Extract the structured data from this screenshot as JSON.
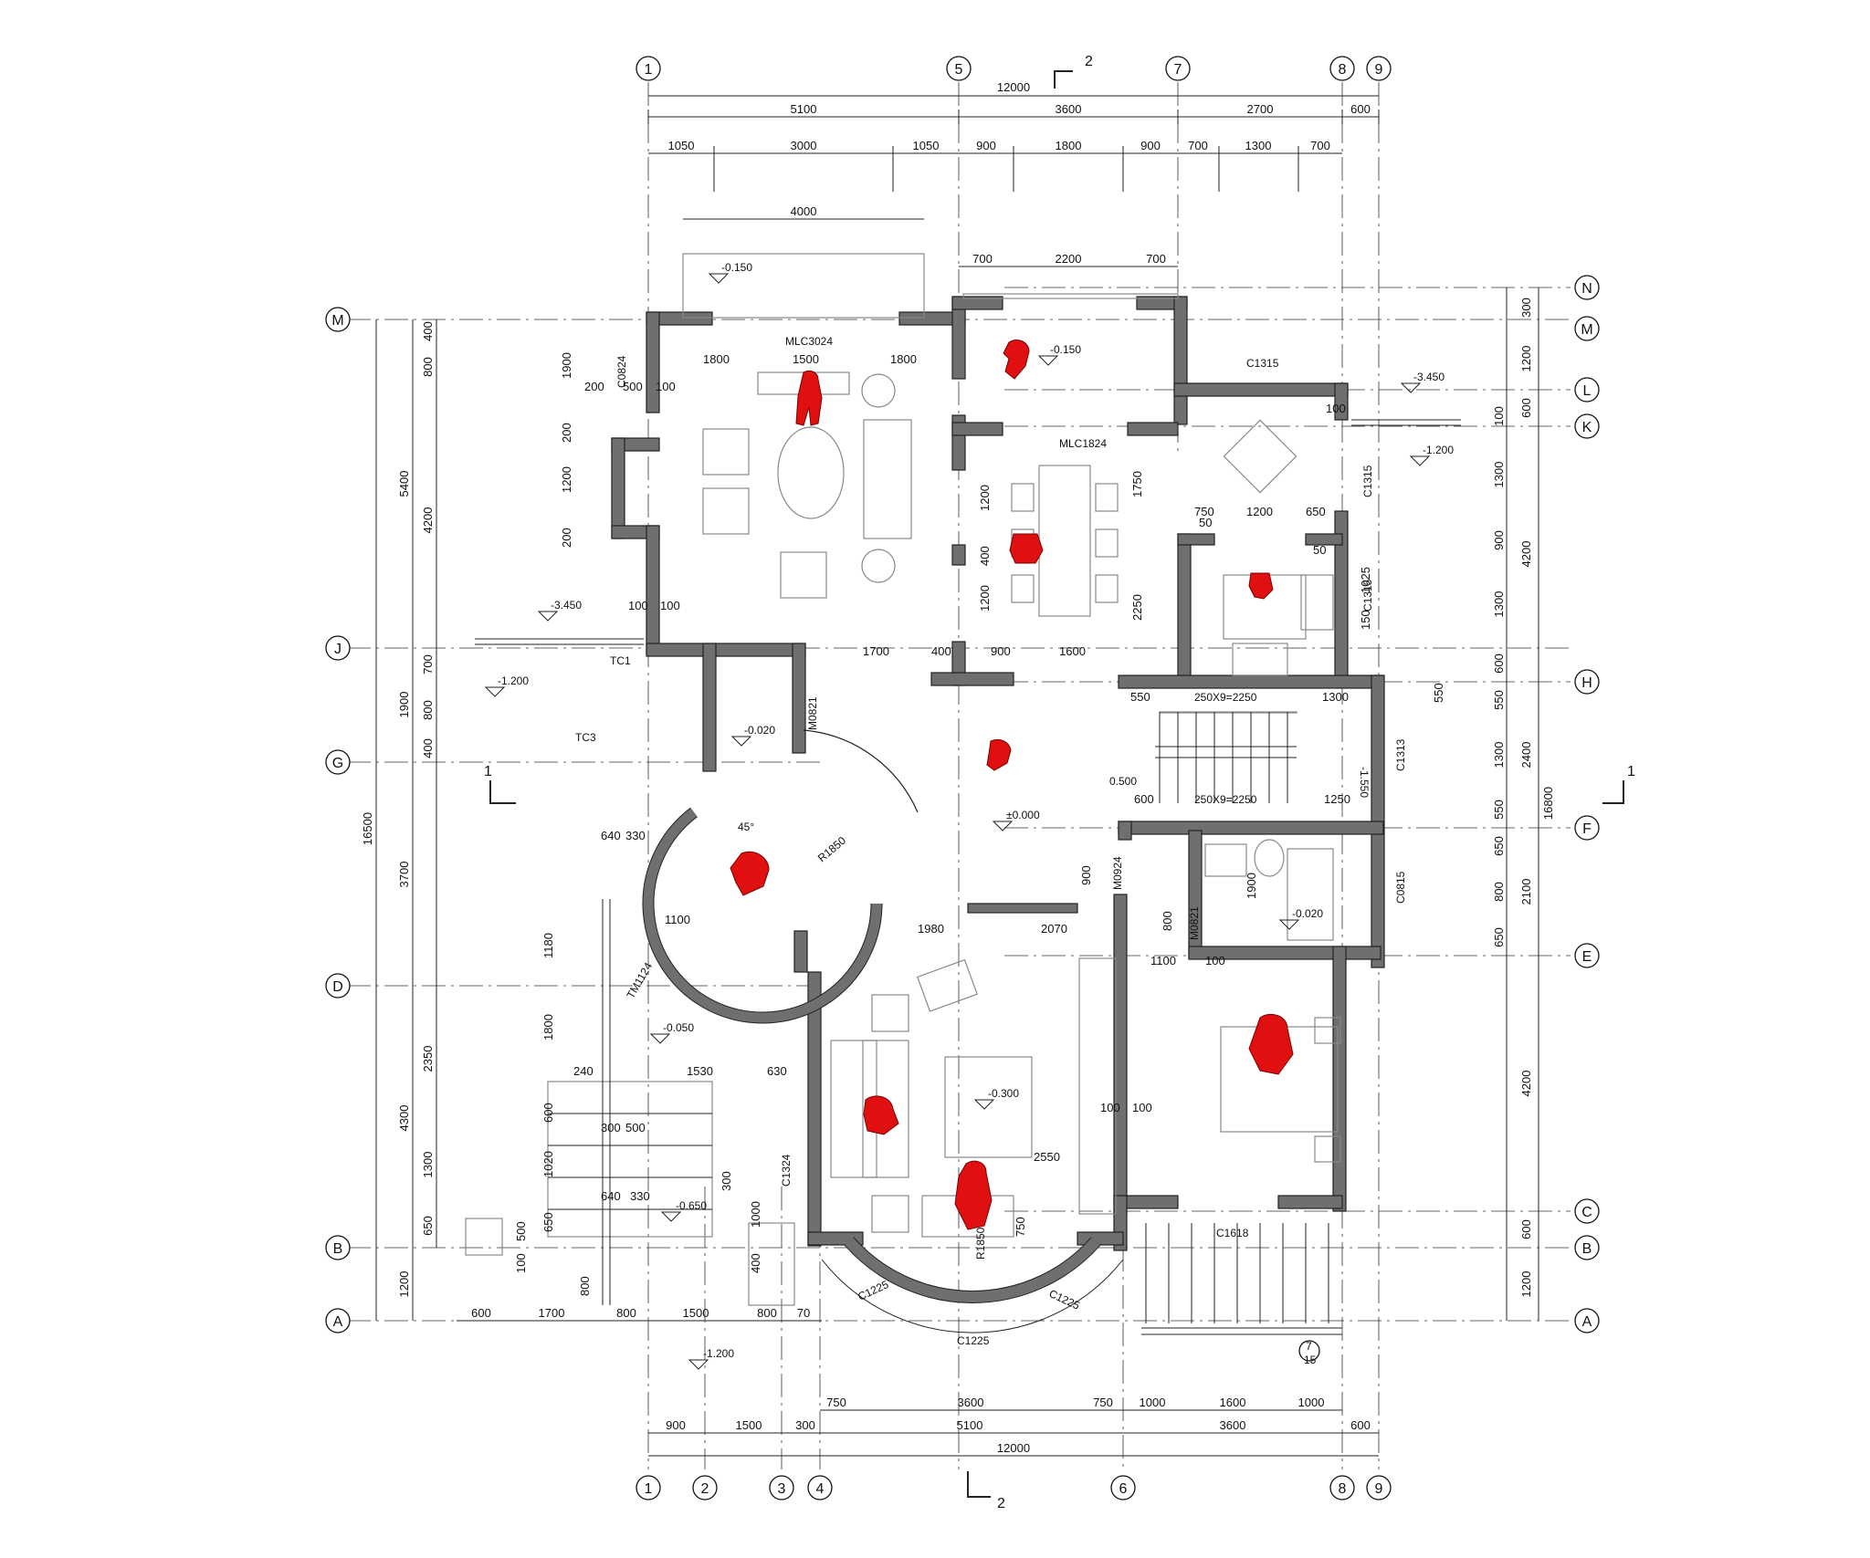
{
  "axes": {
    "top": [
      "1",
      "5",
      "7",
      "8",
      "9"
    ],
    "bottom": [
      "1",
      "2",
      "3",
      "4",
      "6",
      "8",
      "9"
    ],
    "left": [
      "M",
      "J",
      "G",
      "D",
      "B",
      "A"
    ],
    "right": [
      "N",
      "M",
      "L",
      "K",
      "H",
      "F",
      "E",
      "C",
      "B",
      "A"
    ]
  },
  "dims_top": {
    "total": "12000",
    "row1": [
      "5100",
      "3600",
      "2700",
      "600"
    ],
    "row2": [
      "1050",
      "3000",
      "1050",
      "900",
      "1800",
      "900",
      "700",
      "1300",
      "700"
    ],
    "balcony": "4000",
    "dining_top": [
      "700",
      "2200",
      "700"
    ]
  },
  "dims_bottom": {
    "total": "12000",
    "row1": [
      "900",
      "1500",
      "300",
      "5100",
      "3600",
      "600"
    ],
    "row2": [
      "750",
      "3600",
      "750",
      "1000",
      "1600",
      "1000"
    ],
    "row3": [
      "600",
      "1700",
      "800",
      "1500",
      "800",
      "70"
    ]
  },
  "dims_left": {
    "overall": "16500",
    "row1": [
      "5400",
      "1900",
      "3700",
      "4300",
      "1200"
    ],
    "row2": [
      "400",
      "800",
      "4200",
      "700",
      "800",
      "400",
      "2350",
      "1300",
      "650"
    ]
  },
  "dims_right": {
    "overall": "16800",
    "row1": [
      "300",
      "1200",
      "600",
      "4200",
      "2400",
      "2100",
      "4200",
      "600",
      "1200"
    ],
    "row2": [
      "100",
      "1300",
      "900",
      "1300",
      "600",
      "550",
      "1300",
      "550",
      "650",
      "800",
      "650"
    ]
  },
  "labels": {
    "section_mark": "2",
    "section_mark_side": "1",
    "window_mlc3024": "MLC3024",
    "window_mlc1824": "MLC1824",
    "window_c0824": "C0824",
    "window_c1315_a": "C1315",
    "window_c1315_b": "C1315",
    "window_c1315_c": "C1315",
    "window_c1313": "C1313",
    "window_c0815": "C0815",
    "window_c1618": "C1618",
    "window_c1324": "C1324",
    "window_c1225_a": "C1225",
    "window_c1225_b": "C1225",
    "window_c1225_c": "C1225",
    "door_m0924": "M0924",
    "door_m0821": "M0821",
    "door_m0821b": "M0821",
    "door_tm1124": "TM1124",
    "tc1": "TC1",
    "tc3": "TC3",
    "detail_7_15": "7",
    "detail_15": "15",
    "stair_top": "250X9=2250",
    "stair_bot": "250X9=2250",
    "radius_1": "R1850",
    "radius_2": "R1850",
    "angle": "45°",
    "elev_000": "±0.000",
    "elev_m0150_a": "-0.150",
    "elev_m0150_b": "-0.150",
    "elev_m3450_a": "-3.450",
    "elev_m3450_b": "-3.450",
    "elev_m1200_a": "-1.200",
    "elev_m1200_b": "-1.200",
    "elev_m1200_c": "-1.200",
    "elev_m0020_a": "-0.020",
    "elev_m0020_b": "-0.020",
    "elev_m0050": "-0.050",
    "elev_m0300": "-0.300",
    "elev_m0650": "-0.650",
    "elev_m1550": "-1.550",
    "elev_0500": "0.500"
  },
  "inner_dims": [
    "1800",
    "1500",
    "1800",
    "200",
    "500",
    "100",
    "1900",
    "200",
    "1200",
    "200",
    "100",
    "100",
    "1200",
    "400",
    "1200",
    "1750",
    "2250",
    "750",
    "1200",
    "650",
    "50",
    "50",
    "1700",
    "400",
    "900",
    "1600",
    "550",
    "1300",
    "600",
    "1250",
    "1980",
    "2070",
    "900",
    "1100",
    "1900",
    "800",
    "100",
    "2550",
    "1530",
    "240",
    "630",
    "640",
    "330",
    "300",
    "500",
    "640",
    "330",
    "600",
    "1020",
    "1180",
    "1800",
    "650",
    "500",
    "100",
    "800",
    "1000",
    "300",
    "400",
    "750",
    "100",
    "100",
    "1100",
    "1025",
    "150",
    "550",
    "100"
  ],
  "colors": {
    "wall": "#6f6f6f",
    "person": "#e01010",
    "line": "#222222"
  }
}
